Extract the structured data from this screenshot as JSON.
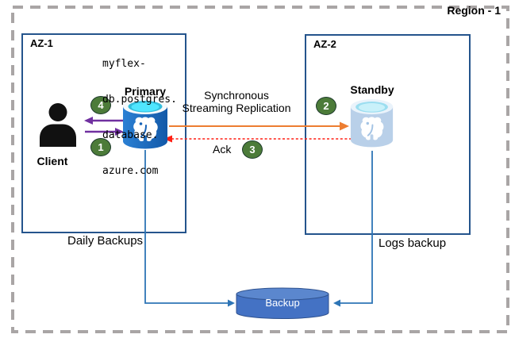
{
  "title": {
    "region_label": "Region - 1"
  },
  "zones": {
    "az1": {
      "label": "AZ-1"
    },
    "az2": {
      "label": "AZ-2"
    }
  },
  "server": {
    "hostname_lines": [
      "myflex-",
      "db.postgres.",
      "database.",
      "azure.com"
    ]
  },
  "nodes": {
    "client_label": "Client",
    "primary_label": "Primary",
    "standby_label": "Standby",
    "backup_label": "Backup"
  },
  "connections": {
    "replication_label_line1": "Synchronous",
    "replication_label_line2": "Streaming Replication",
    "ack_label": "Ack",
    "daily_backups_label": "Daily Backups",
    "logs_backup_label": "Logs backup"
  },
  "steps": {
    "one": "1",
    "two": "2",
    "three": "3",
    "four": "4"
  },
  "icons": {
    "client": "person-icon",
    "primary": "postgres-database-icon",
    "standby": "postgres-database-icon-light",
    "backup": "storage-cylinder-icon"
  },
  "colors": {
    "region_border": "#A9A5A5",
    "az_border": "#24548C",
    "client_primary_arrows": "#7030A0",
    "replication_arrow": "#ED7D31",
    "ack_arrow": "#FF1F14",
    "backup_connector": "#2E75B6",
    "step_badge_fill": "#4C7B39",
    "step_badge_border": "#1E3B2C",
    "backup_cylinder": "#4472C4",
    "primary_icon_blue": "#1A6FC6",
    "standby_icon_blue": "#B9D0E9",
    "postgres_cyan": "#50E6FF"
  }
}
